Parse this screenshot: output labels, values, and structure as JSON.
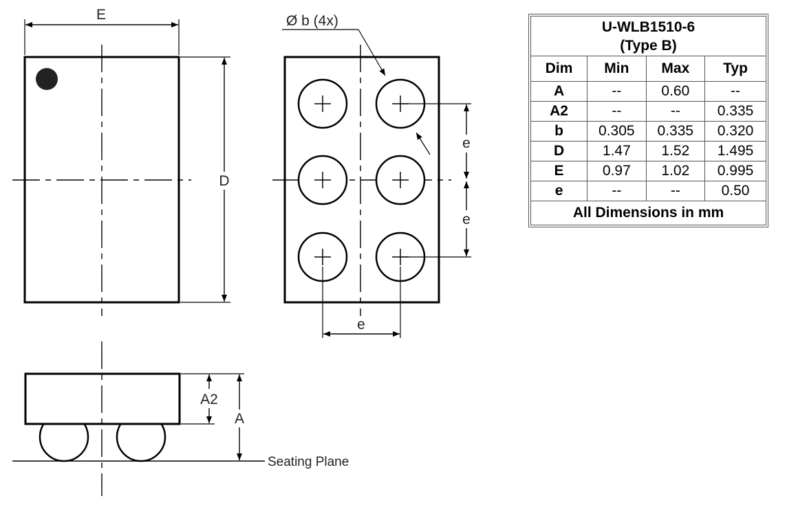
{
  "labels": {
    "E": "E",
    "D": "D",
    "ball_dia": "Ø b (4x)",
    "pitch_e_upper": "e",
    "pitch_e_lower": "e",
    "pitch_e_bottom": "e",
    "A2": "A2",
    "A": "A",
    "seating_plane": "Seating Plane"
  },
  "table": {
    "title_line1": "U-WLB1510-6",
    "title_line2": "(Type B)",
    "headers": [
      "Dim",
      "Min",
      "Max",
      "Typ"
    ],
    "rows": [
      {
        "dim": "A",
        "min": "--",
        "max": "0.60",
        "typ": "--"
      },
      {
        "dim": "A2",
        "min": "--",
        "max": "--",
        "typ": "0.335"
      },
      {
        "dim": "b",
        "min": "0.305",
        "max": "0.335",
        "typ": "0.320"
      },
      {
        "dim": "D",
        "min": "1.47",
        "max": "1.52",
        "typ": "1.495"
      },
      {
        "dim": "E",
        "min": "0.97",
        "max": "1.02",
        "typ": "0.995"
      },
      {
        "dim": "e",
        "min": "--",
        "max": "--",
        "typ": "0.50"
      }
    ],
    "footer": "All Dimensions in mm"
  },
  "colors": {
    "stroke": "#000000",
    "pin1_dot": "#222222"
  }
}
